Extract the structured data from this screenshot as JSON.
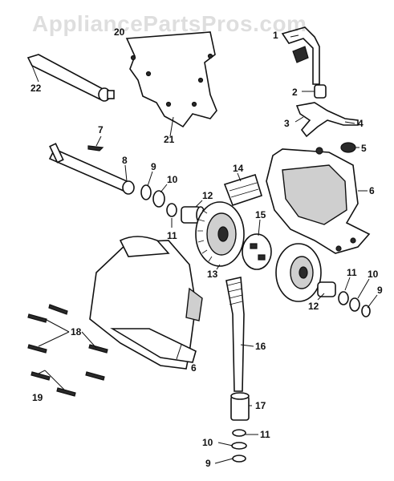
{
  "watermark": "AppliancePartsPros.com",
  "callouts": {
    "c1": "1",
    "c2": "2",
    "c3": "3",
    "c4": "4",
    "c5": "5",
    "c6a": "6",
    "c6b": "6",
    "c7": "7",
    "c8": "8",
    "c9a": "9",
    "c9b": "9",
    "c9c": "9",
    "c10a": "10",
    "c10b": "10",
    "c10c": "10",
    "c11a": "11",
    "c11b": "11",
    "c11c": "11",
    "c12a": "12",
    "c12b": "12",
    "c13": "13",
    "c14": "14",
    "c15": "15",
    "c16": "16",
    "c17": "17",
    "c18": "18",
    "c19": "19",
    "c20": "20",
    "c21": "21",
    "c22": "22"
  }
}
